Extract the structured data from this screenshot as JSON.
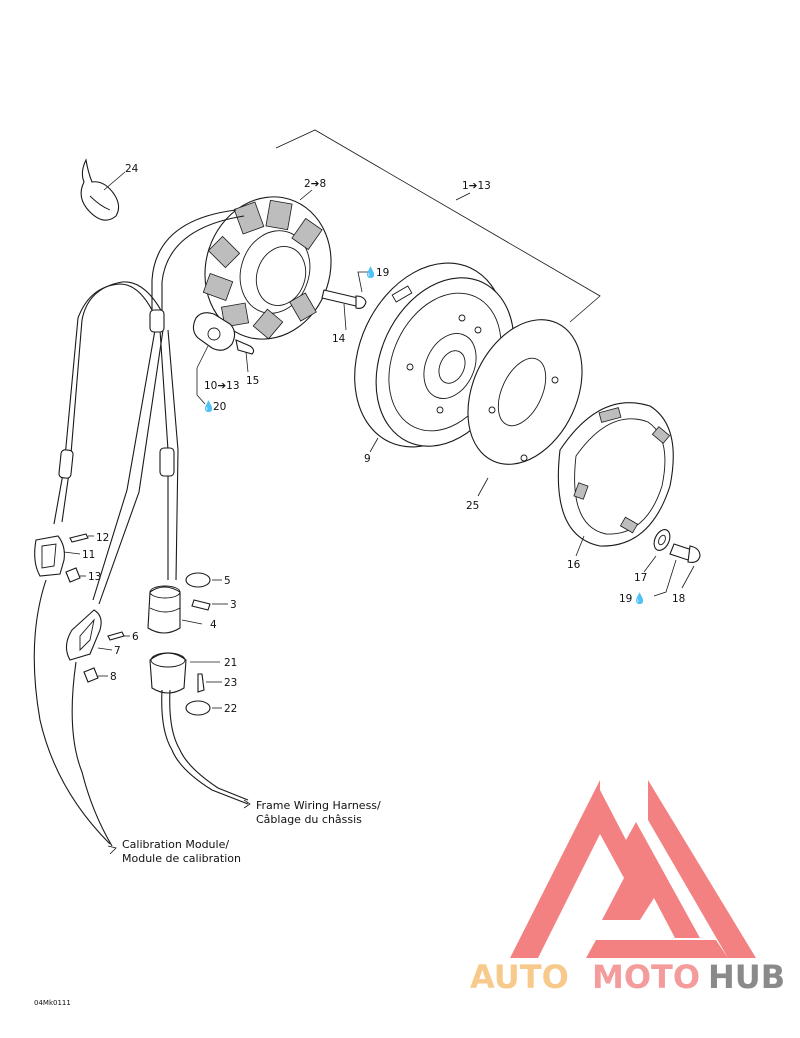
{
  "callouts": {
    "c24": "24",
    "c2_8": "2➔8",
    "c1_13": "1➔13",
    "c19a": "19",
    "c14": "14",
    "c15": "15",
    "c10_13": "10➔13",
    "c20": "20",
    "c9": "9",
    "c25": "25",
    "c16": "16",
    "c17": "17",
    "c18": "18",
    "c19b": "19",
    "c12": "12",
    "c11": "11",
    "c13": "13",
    "c5": "5",
    "c3": "3",
    "c4": "4",
    "c6": "6",
    "c7": "7",
    "c8": "8",
    "c21": "21",
    "c23": "23",
    "c22": "22"
  },
  "notes": {
    "frame_harness_line1": "Frame Wiring Harness/",
    "frame_harness_line2": "Câblage du châssis",
    "calibration_line1": "Calibration Module/",
    "calibration_line2": "Module de calibration"
  },
  "drawing_code": "04Mk0111",
  "watermark": {
    "word_part1": "AUTO",
    "word_part2": "MOTO",
    "word_part3": "HUB",
    "color_part1": "#f7c98a",
    "color_part2": "#f49b9b",
    "color_part3": "#8a8a8a",
    "logo_color": "#f26b6b"
  },
  "icons": {
    "drop": "oil-drop-icon",
    "arrow": "right-arrow-glyph"
  }
}
